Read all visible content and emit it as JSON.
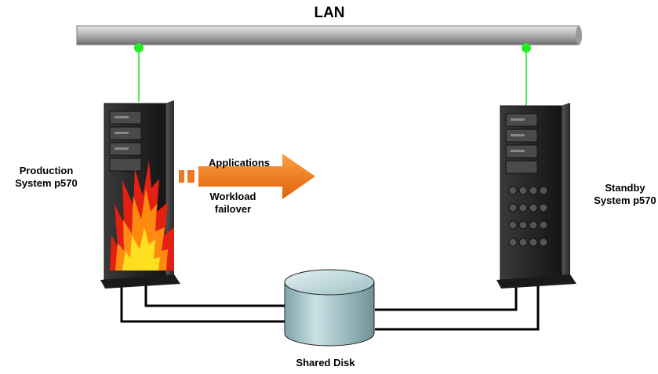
{
  "network": {
    "label": "LAN"
  },
  "production": {
    "line1": "Production",
    "line2": "System p570"
  },
  "standby": {
    "line1": "Standby",
    "line2": "System p570"
  },
  "flow": {
    "applications": "Applications",
    "line1": "Workload",
    "line2": "failover"
  },
  "storage": {
    "label": "Shared Disk"
  },
  "colors": {
    "lan_link": "#00dd00",
    "arrow": "#f07820",
    "disk": "#a8c8cc",
    "server": "#2b2b2b"
  }
}
